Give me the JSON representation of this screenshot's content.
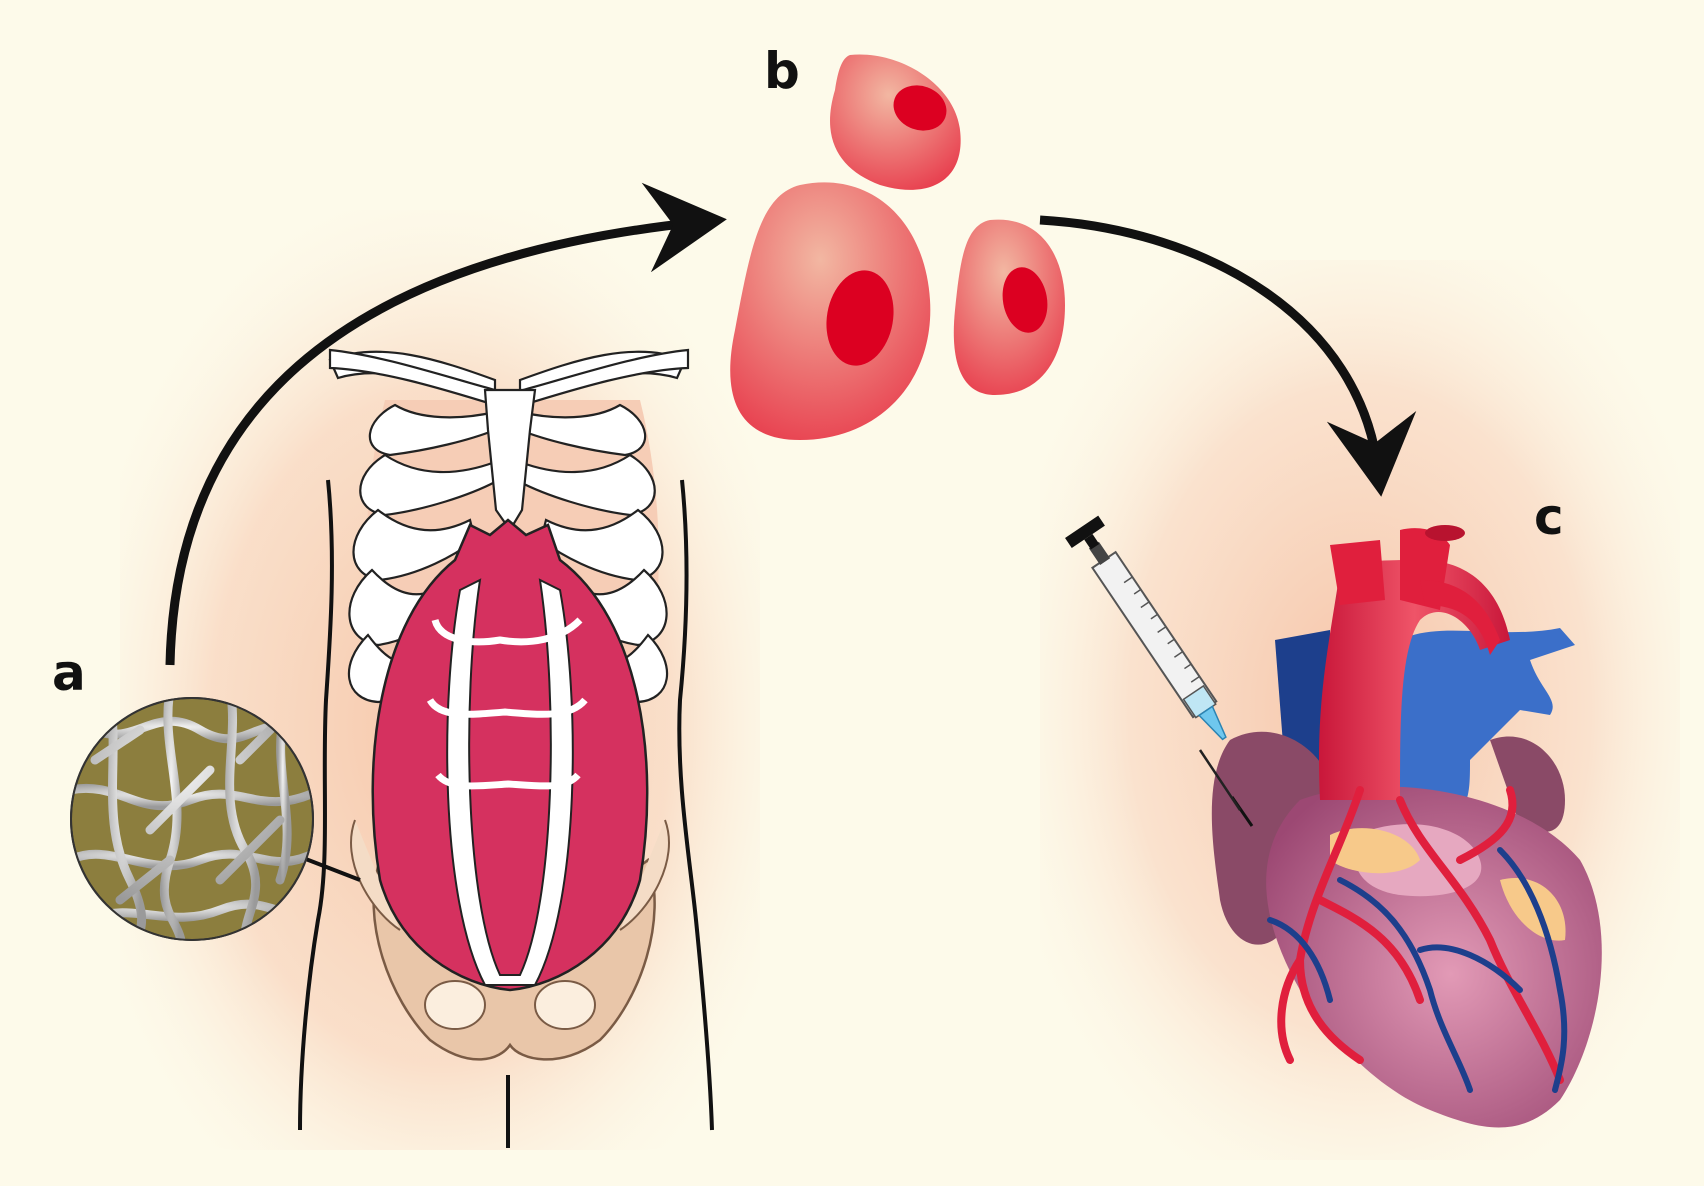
{
  "panels": {
    "a": {
      "label": "a"
    },
    "b": {
      "label": "b"
    },
    "c": {
      "label": "c"
    }
  },
  "colors": {
    "background": "#fdfaea",
    "glow": "#f6c9ae",
    "muscle": "#d5315f",
    "cell_outer": "#ec5665",
    "cell_nucleus": "#dc0021",
    "artery_red": "#e01f3d",
    "vein_blue": "#3b6fc9",
    "heart_body": "#a8567c",
    "scaffold_olive": "#8c7e3e"
  },
  "icons": [
    "tissue-scaffold-icon",
    "torso-icon",
    "cell-icon",
    "heart-icon",
    "syringe-icon",
    "arrow-icon"
  ]
}
